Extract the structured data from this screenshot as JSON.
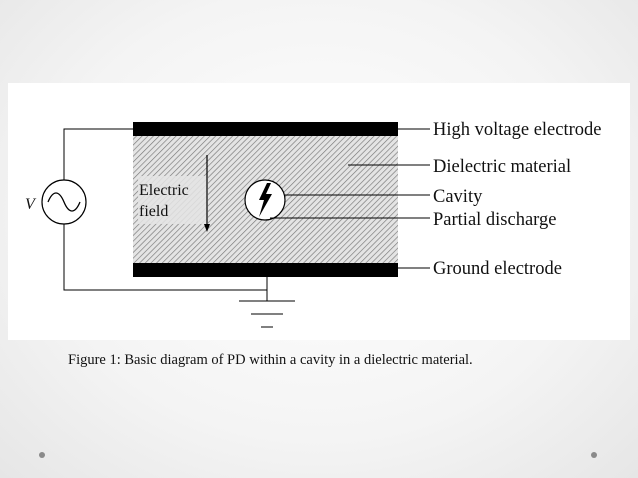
{
  "diagram": {
    "source_symbol": "V",
    "field_label_line1": "Electric",
    "field_label_line2": "field",
    "labels": {
      "high_voltage": "High voltage electrode",
      "dielectric": "Dielectric material",
      "cavity": "Cavity",
      "partial_discharge": "Partial discharge",
      "ground": "Ground electrode"
    }
  },
  "caption": "Figure 1: Basic diagram of PD within a cavity in a dielectric material."
}
